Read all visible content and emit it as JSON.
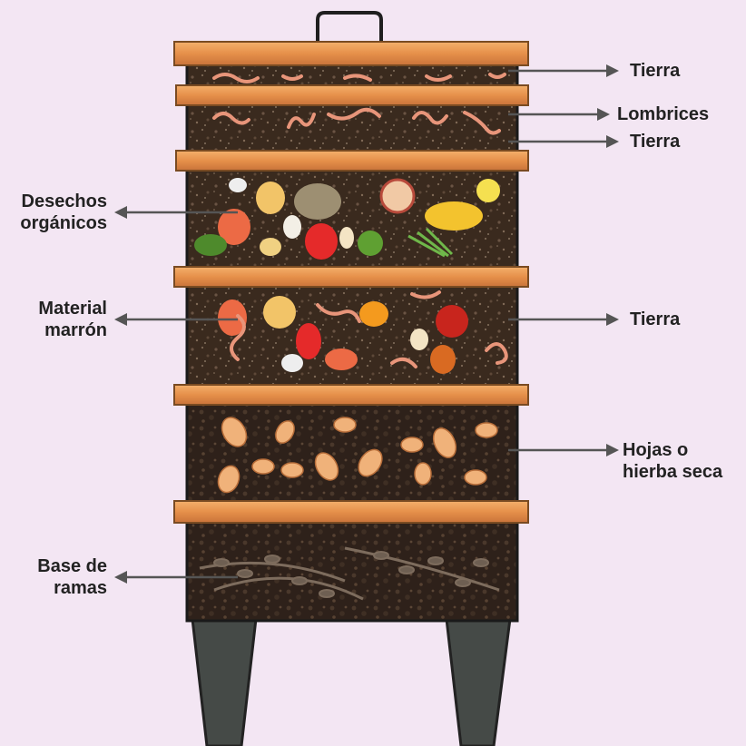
{
  "labels": {
    "tierra_top": "Tierra",
    "lombrices": "Lombrices",
    "tierra_mid": "Tierra",
    "desechos_1": "Desechos",
    "desechos_2": "orgánicos",
    "material_1": "Material",
    "material_2": "marrón",
    "tierra_right": "Tierra",
    "hojas_1": "Hojas o",
    "hojas_2": "hierba seca",
    "base_1": "Base de",
    "base_2": "ramas"
  },
  "colors": {
    "background": "#f3e6f3",
    "wood": "#e89a55",
    "soil": "#3b2a1f",
    "legs": "#454a47",
    "arrow": "#555555"
  }
}
